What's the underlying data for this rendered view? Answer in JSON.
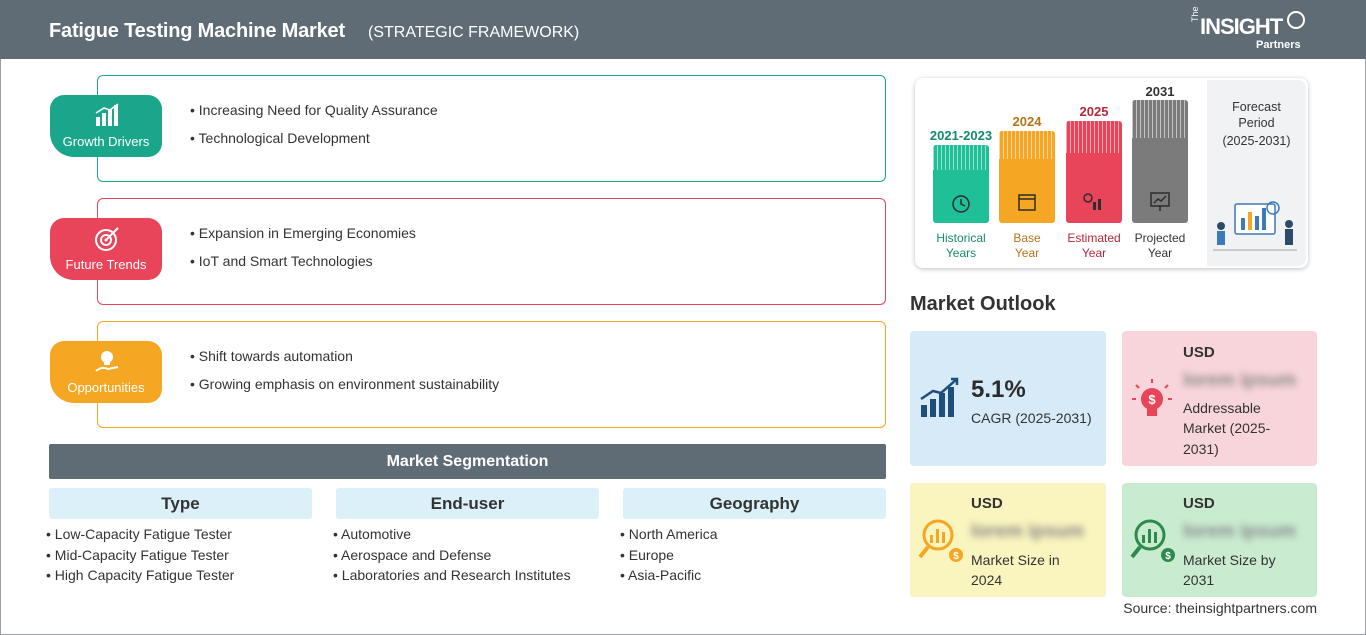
{
  "header": {
    "title": "Fatigue Testing Machine Market",
    "subtitle": "(STRATEGIC FRAMEWORK)",
    "logo": {
      "the": "The",
      "insight": "INSIGHT",
      "partners": "Partners"
    }
  },
  "framework": [
    {
      "label": "Growth Drivers",
      "color": "#1aa68a",
      "icon": "growth-chart-icon",
      "points": [
        "Increasing Need for Quality Assurance",
        "Technological Development"
      ]
    },
    {
      "label": "Future Trends",
      "color": "#e8445a",
      "icon": "target-icon",
      "points": [
        "Expansion in Emerging Economies",
        "IoT and Smart Technologies"
      ]
    },
    {
      "label": "Opportunities",
      "color": "#f5a623",
      "icon": "lightbulb-hand-icon",
      "points": [
        "Shift towards automation",
        "Growing emphasis on environment sustainability"
      ]
    }
  ],
  "segmentation": {
    "title": "Market Segmentation",
    "columns": [
      {
        "head": "Type",
        "items": [
          "Low-Capacity Fatigue Tester",
          "Mid-Capacity Fatigue Tester",
          "High Capacity Fatigue Tester"
        ]
      },
      {
        "head": "End-user",
        "items": [
          "Automotive",
          "Aerospace and Defense",
          "Laboratories and Research Institutes"
        ]
      },
      {
        "head": "Geography",
        "items": [
          "North America",
          "Europe",
          "Asia-Pacific"
        ]
      }
    ]
  },
  "timeline": {
    "periods": [
      {
        "year": "2021-2023",
        "label1": "Historical",
        "label2": "Years",
        "color": "#1fbf98",
        "text_color": "#148a6e",
        "icon": "history-clock-icon"
      },
      {
        "year": "2024",
        "label1": "Base",
        "label2": "Year",
        "color": "#f5a623",
        "text_color": "#b5731a",
        "icon": "calendar-icon"
      },
      {
        "year": "2025",
        "label1": "Estimated",
        "label2": "Year",
        "color": "#e8445a",
        "text_color": "#b8263b",
        "icon": "gear-chart-icon"
      },
      {
        "year": "2031",
        "label1": "Projected",
        "label2": "Year",
        "color": "#7b7b7b",
        "text_color": "#333333",
        "icon": "presentation-board-icon"
      }
    ],
    "forecast": {
      "line1": "Forecast",
      "line2": "Period",
      "line3": "(2025-2031)"
    }
  },
  "outlook": {
    "title": "Market Outlook",
    "cagr": {
      "value": "5.1%",
      "label": "CAGR (2025-2031)",
      "bg": "#d6ebf7"
    },
    "addressable": {
      "usd": "USD",
      "value": "lorem ipsum",
      "line1": "Addressable",
      "line2": "Market (2025-",
      "line3": "2031)",
      "bg": "#f8d5da"
    },
    "size2024": {
      "usd": "USD",
      "value": "lorem ipsum",
      "line1": "Market Size in",
      "line2": "2024",
      "bg": "#faf4bf"
    },
    "size2031": {
      "usd": "USD",
      "value": "lorem ipsum",
      "line1": "Market Size by",
      "line2": "2031",
      "bg": "#c9ecd0"
    }
  },
  "source": "Source: theinsightpartners.com"
}
